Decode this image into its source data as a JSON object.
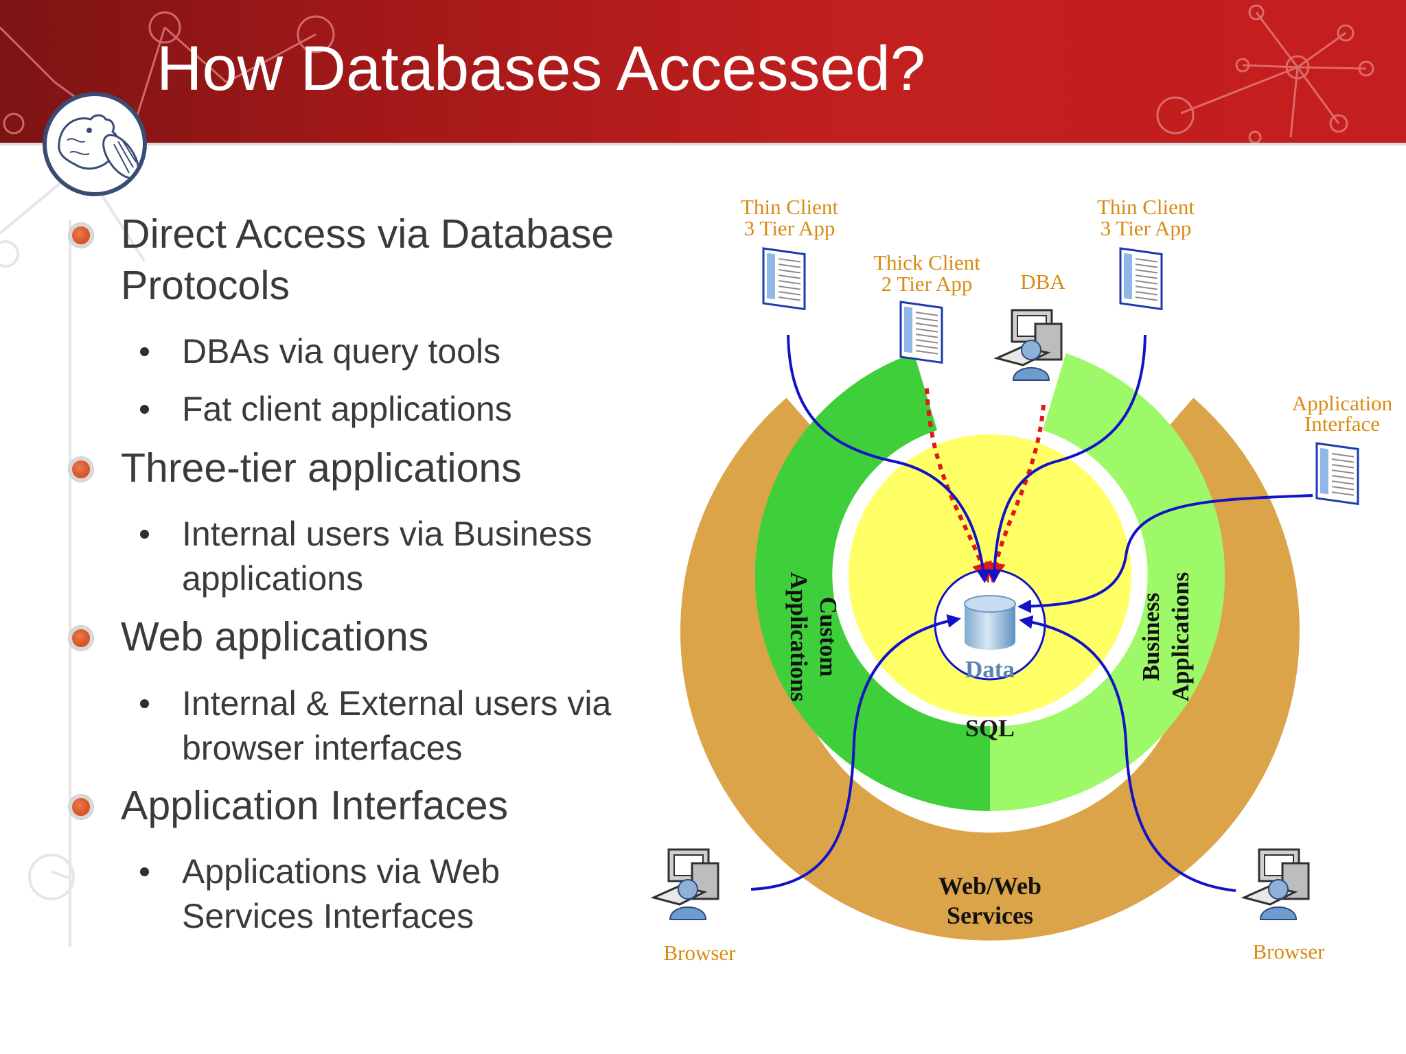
{
  "slide": {
    "title": "How Databases Accessed?"
  },
  "bullets": [
    {
      "lines": [
        "Direct Access via Database",
        "Protocols"
      ],
      "sub": [
        {
          "lines": [
            "DBAs via query tools"
          ]
        },
        {
          "lines": [
            "Fat client applications"
          ]
        }
      ]
    },
    {
      "lines": [
        "Three-tier applications"
      ],
      "sub": [
        {
          "lines": [
            "Internal users via Business",
            "applications"
          ]
        }
      ]
    },
    {
      "lines": [
        "Web applications"
      ],
      "sub": [
        {
          "lines": [
            "Internal & External users via",
            "browser interfaces"
          ]
        }
      ]
    },
    {
      "lines": [
        "Application Interfaces"
      ],
      "sub": [
        {
          "lines": [
            "Applications via Web",
            "Services Interfaces"
          ]
        }
      ]
    }
  ],
  "diagram": {
    "center_label": "Data",
    "sql_label": "SQL",
    "ring_custom": [
      "Custom",
      "Applications"
    ],
    "ring_business": [
      "Business",
      "Applications"
    ],
    "ring_web": [
      "Web/Web",
      "Services"
    ],
    "clients": {
      "thin_client_left": [
        "Thin Client",
        "3 Tier App"
      ],
      "thick_client": [
        "Thick Client",
        "2 Tier App"
      ],
      "dba": "DBA",
      "thin_client_right": [
        "Thin Client",
        "3 Tier App"
      ],
      "application_interface": [
        "Application",
        "Interface"
      ],
      "browser_left": "Browser",
      "browser_right": "Browser"
    },
    "colors": {
      "outer_ring": "#dca448",
      "custom_ring": "#3ecf3a",
      "business_ring": "#9ef968",
      "sql_core": "#ffff66",
      "label_orange": "#d98a12",
      "direct_arrow": "#e01818",
      "app_arrow": "#1212c8"
    }
  }
}
